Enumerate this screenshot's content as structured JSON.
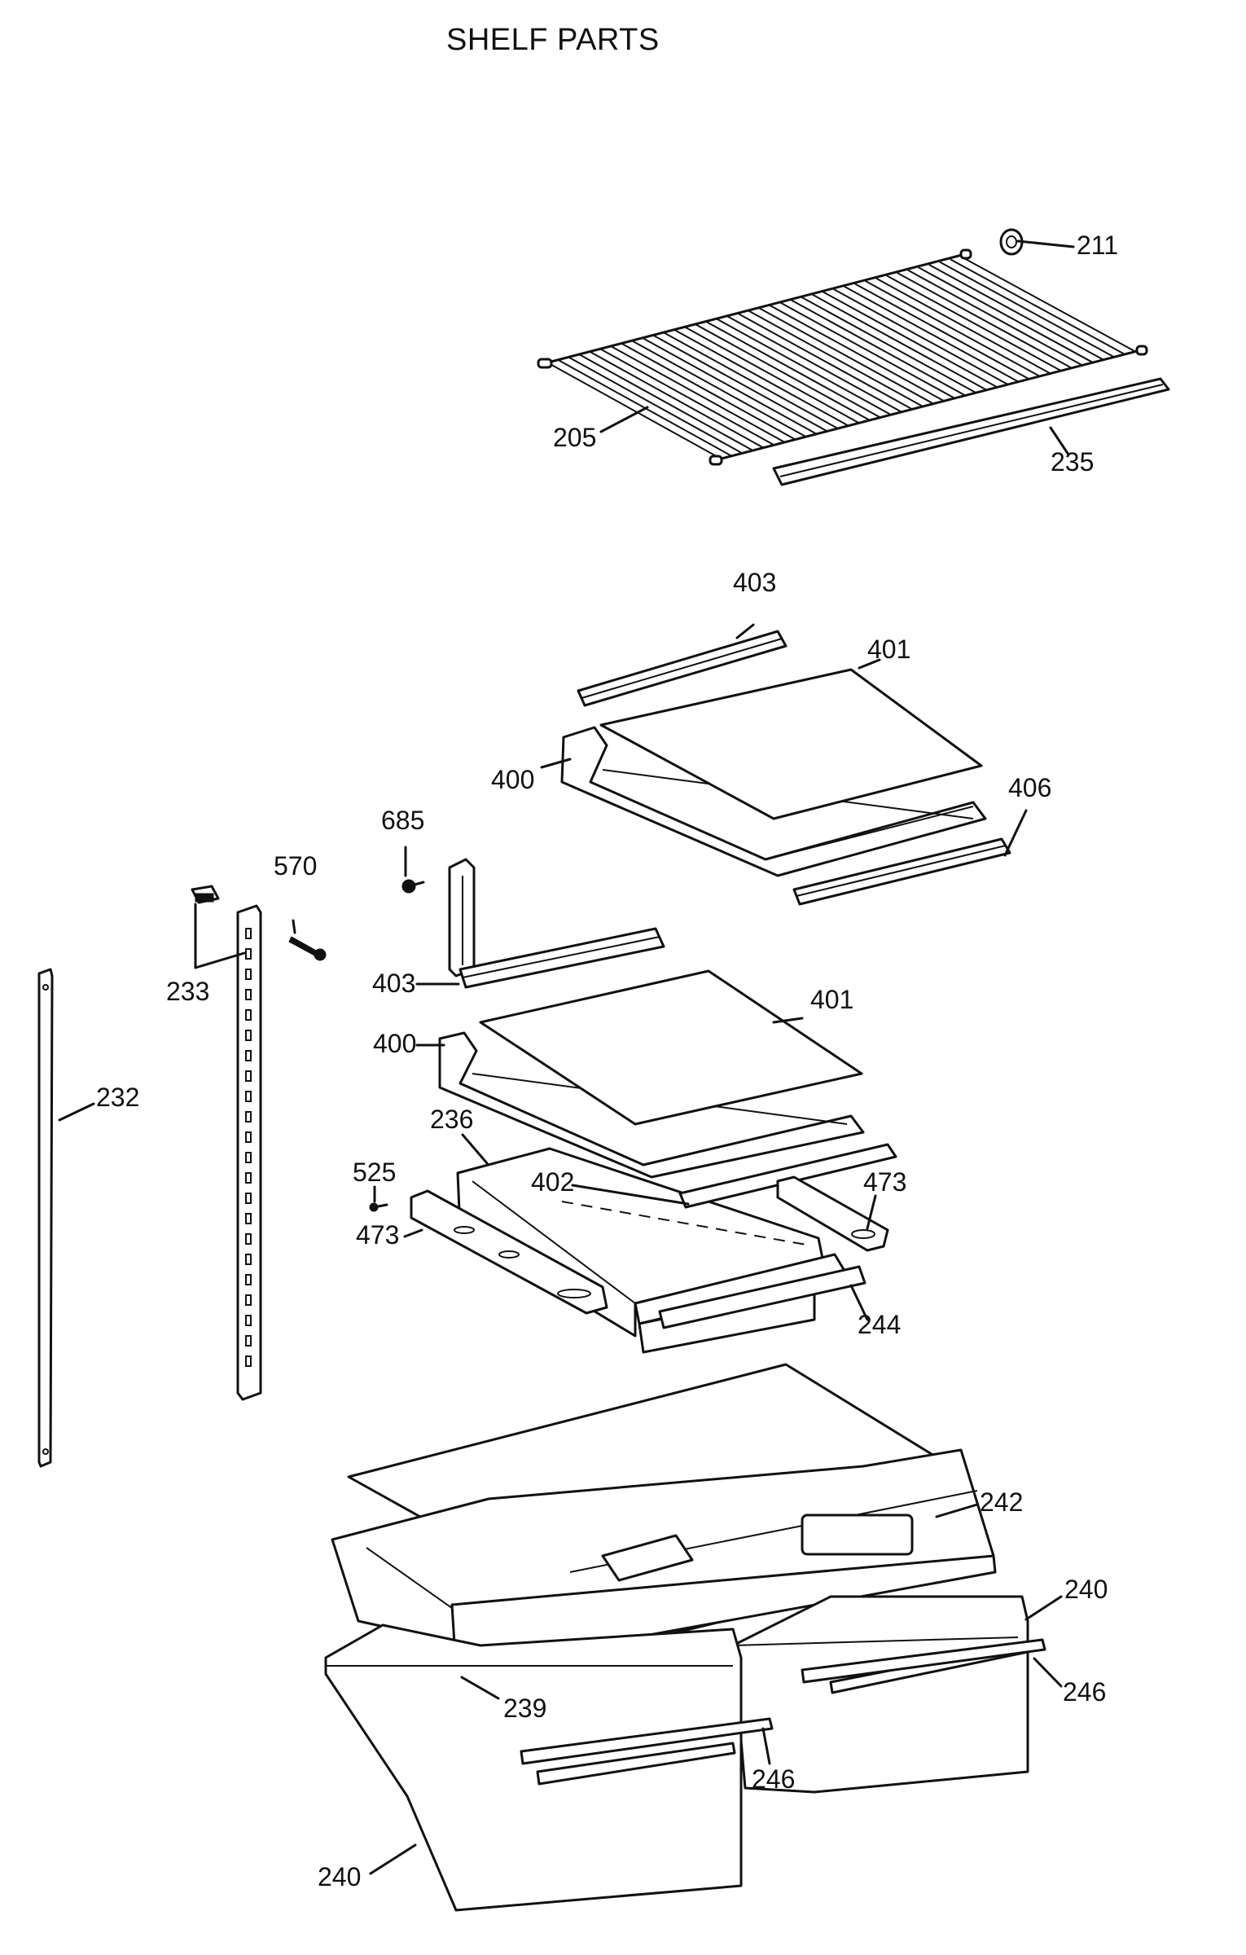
{
  "title": "SHELF PARTS",
  "callouts": {
    "c205": "205",
    "c211": "211",
    "c235": "235",
    "c403a": "403",
    "c401a": "401",
    "c400a": "400",
    "c406": "406",
    "c685": "685",
    "c570": "570",
    "c233": "233",
    "c232": "232",
    "c403b": "403",
    "c401b": "401",
    "c400b": "400",
    "c236": "236",
    "c525": "525",
    "c402": "402",
    "c473a": "473",
    "c473b": "473",
    "c244": "244",
    "c242": "242",
    "c240a": "240",
    "c246a": "246",
    "c239": "239",
    "c246b": "246",
    "c240b": "240"
  }
}
